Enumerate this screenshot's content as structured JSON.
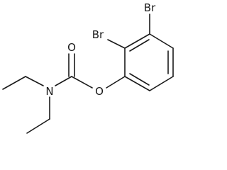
{
  "molecule": {
    "atoms": {
      "br_top": "Br",
      "br_left": "Br",
      "carbonyl_oxygen": "O",
      "ester_oxygen": "O",
      "nitrogen": "N"
    }
  }
}
